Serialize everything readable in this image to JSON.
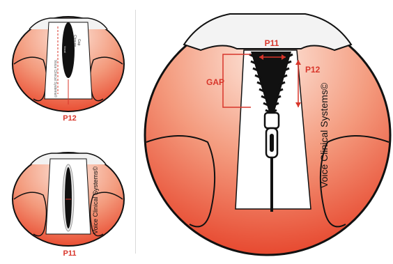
{
  "colors": {
    "accent": "#d8352a",
    "red_dark": "#e8462c",
    "red_light": "#fce4da",
    "outline": "#111111",
    "cord": "#ffffff"
  },
  "labels": {
    "p12_caption": "P12",
    "p11_caption": "P11",
    "big_p11": "P11",
    "big_p12": "P12",
    "gap": "GAP",
    "watermark": "Voice Clinical Systems©",
    "small_watermark_top": "Voice Clinical Systems©",
    "small_gap": "Gap",
    "small_closure": "Closure",
    "small_vocal": "Vocal"
  }
}
